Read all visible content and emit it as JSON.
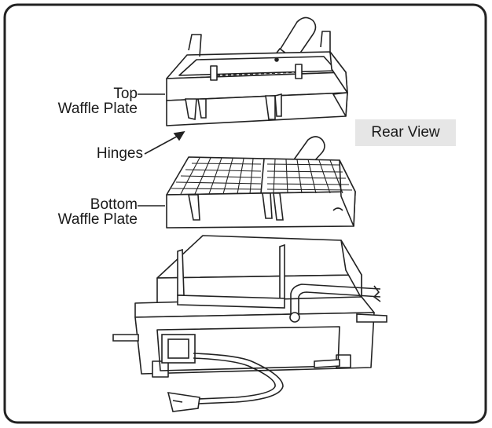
{
  "labels": {
    "top_plate_line1": "Top",
    "top_plate_line2": "Waffle Plate",
    "hinges": "Hinges",
    "bottom_plate_line1": "Bottom",
    "bottom_plate_line2": "Waffle Plate",
    "view": "Rear View"
  },
  "colors": {
    "stroke": "#222222",
    "fill": "#ffffff",
    "badge": "#e6e6e6"
  }
}
